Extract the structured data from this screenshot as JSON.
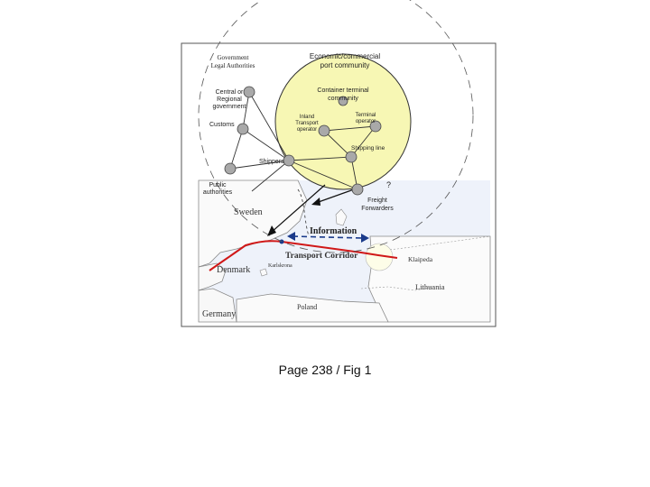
{
  "diagram": {
    "labels": {
      "government": "Government\nLegal Authorities",
      "economic": "Economic/commercial\nport community",
      "container": "Container terminal\ncommunity",
      "central": "Central or\nRegional\ngovernment",
      "inland": "Inland\nTransport\noperator",
      "terminal_op": "Terminal\noperator",
      "customs": "Customs",
      "shipping": "Shipping line",
      "shippers": "Shippers",
      "public": "Public\nauthorities",
      "freight": "Freight\nForwarders",
      "question": "?"
    },
    "map": {
      "sweden": "Sweden",
      "information": "Information",
      "transport_corridor": "Transport Corridor",
      "klaipeda": "Klaipeda",
      "karlskrona": "Karlskrona",
      "denmark": "Denmark",
      "lithuania": "Lithuania",
      "germany": "Germany",
      "poland": "Poland"
    }
  },
  "caption": "Page 238 / Fig 1",
  "colors": {
    "inner_circle": "#f7f7b4",
    "node": "#a9a9a9",
    "route": "#d01818",
    "info_arrow": "#1a3a8a",
    "sea": "#eef2fa"
  }
}
